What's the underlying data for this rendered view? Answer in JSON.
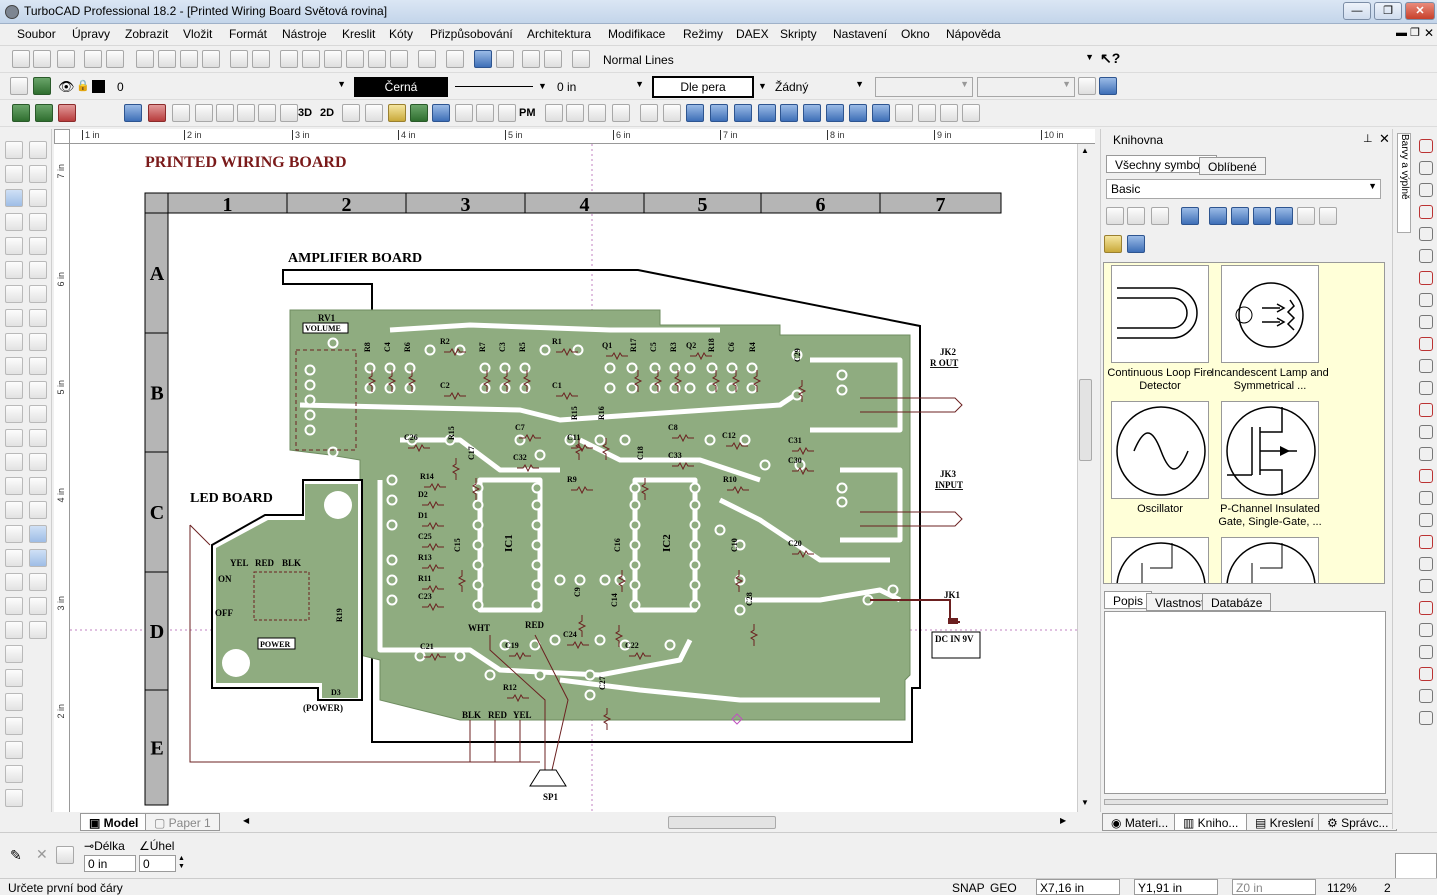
{
  "window": {
    "title": "TurboCAD Professional 18.2 - [Printed Wiring Board Světová rovina]"
  },
  "menu": [
    "Soubor",
    "Úpravy",
    "Zobrazit",
    "Vložit",
    "Formát",
    "Nástroje",
    "Kreslit",
    "Kóty",
    "Přizpůsobování",
    "Architektura",
    "Modifikace",
    "Režimy",
    "DAEX",
    "Skripty",
    "Nastavení",
    "Okno",
    "Nápověda"
  ],
  "toolbar": {
    "linestyle_name": "Normal Lines",
    "help_icon": "help-arrow-icon"
  },
  "props": {
    "layer_value": "0",
    "color_name": "Černá",
    "width_value": "0 in",
    "pen_mode": "Dle pera",
    "fill_value": "Žádný"
  },
  "mode_labels": {
    "three_d": "3D",
    "two_d": "2D",
    "pm": "PM"
  },
  "ruler": {
    "h_labels": [
      "1 in",
      "2 in",
      "3 in",
      "4 in",
      "5 in",
      "6 in",
      "7 in",
      "8 in",
      "9 in",
      "10 in"
    ],
    "v_labels": [
      "7 in",
      "6 in",
      "5 in",
      "4 in",
      "3 in",
      "2 in"
    ]
  },
  "drawing": {
    "title": "PRINTED WIRING BOARD",
    "columns": [
      "1",
      "2",
      "3",
      "4",
      "5",
      "6",
      "7"
    ],
    "rows": [
      "A",
      "B",
      "C",
      "D",
      "E"
    ],
    "amp_label": "AMPLIFIER BOARD",
    "led_label": "LED BOARD",
    "labels": {
      "rv1": "RV1",
      "volume": "VOLUME",
      "jk2": "JK2",
      "rout": "R OUT",
      "jk3": "JK3",
      "input": "INPUT",
      "jk1": "JK1",
      "dcin": "DC IN 9V",
      "power": "POWER",
      "power2": "(POWER)",
      "d3": "D3",
      "yel": "YEL",
      "red": "RED",
      "blk": "BLK",
      "on": "ON",
      "off": "OFF",
      "sp1": "SP1",
      "wht": "WHT",
      "red2": "RED",
      "blk2": "BLK",
      "red3": "RED",
      "yel2": "YEL",
      "ic1": "IC1",
      "ic2": "IC2",
      "r19": "R19"
    },
    "components": [
      "R8",
      "C4",
      "R6",
      "R2",
      "R7",
      "C3",
      "R5",
      "R1",
      "Q1",
      "R17",
      "C5",
      "R3",
      "Q2",
      "R18",
      "C6",
      "R4",
      "C29",
      "C2",
      "C1",
      "R15",
      "R16",
      "C7",
      "C26",
      "R15",
      "C17",
      "C11",
      "C8",
      "C18",
      "C12",
      "C31",
      "C30",
      "C32",
      "C33",
      "R9",
      "R10",
      "R14",
      "D2",
      "D1",
      "C25",
      "R13",
      "R11",
      "C23",
      "C15",
      "C16",
      "C14",
      "C9",
      "C10",
      "C20",
      "C28",
      "C21",
      "C19",
      "C24",
      "C22",
      "R12",
      "C27"
    ]
  },
  "tabs": {
    "model": "Model",
    "paper": "Paper 1"
  },
  "panel": {
    "title": "Knihovna",
    "tabs": [
      "Všechny symboly",
      "Oblíbené"
    ],
    "category": "Basic",
    "symbols": [
      "Continuous Loop Fire Detector",
      "Incandescent Lamp and Symmetrical ...",
      "Oscillator",
      "P-Channel Insulated Gate, Single-Gate, ..."
    ],
    "prop_tabs": [
      "Popis",
      "Vlastnost",
      "Databáze"
    ],
    "bottom_tabs": [
      "Materi...",
      "Kniho...",
      "Kreslení",
      "Správc..."
    ],
    "side_tab": "Barvy a výplně"
  },
  "input_bar": {
    "length_label": "Délka",
    "angle_label": "Úhel",
    "length_value": "0 in",
    "angle_value": "0"
  },
  "status": {
    "prompt": "Určete první bod čáry",
    "snap": "SNAP",
    "geo": "GEO",
    "x": "7,16 in",
    "y": "1,91 in",
    "z": "0 in",
    "zoom": "112%",
    "misc": "2"
  }
}
